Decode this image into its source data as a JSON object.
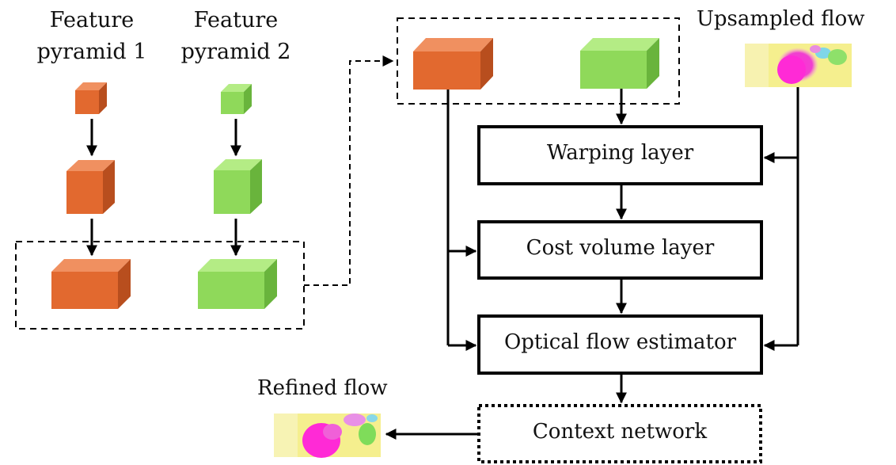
{
  "pyramids": {
    "left_title_line1": "Feature",
    "left_title_line2": "pyramid 1",
    "right_title_line1": "Feature",
    "right_title_line2": "pyramid 2"
  },
  "flows": {
    "upsampled": "Upsampled flow",
    "refined": "Refined flow"
  },
  "modules": {
    "warping": "Warping layer",
    "cost_volume": "Cost volume layer",
    "estimator": "Optical flow estimator",
    "context": "Context network"
  },
  "colors": {
    "pyramid1_front": "#e2692f",
    "pyramid1_top": "#f09060",
    "pyramid1_side": "#b84e1e",
    "pyramid2_front": "#8fd95a",
    "pyramid2_top": "#b4ec85",
    "pyramid2_side": "#69b43c",
    "flow_magenta": "#ee2cd2",
    "flow_yellow": "#f5ef8e"
  }
}
